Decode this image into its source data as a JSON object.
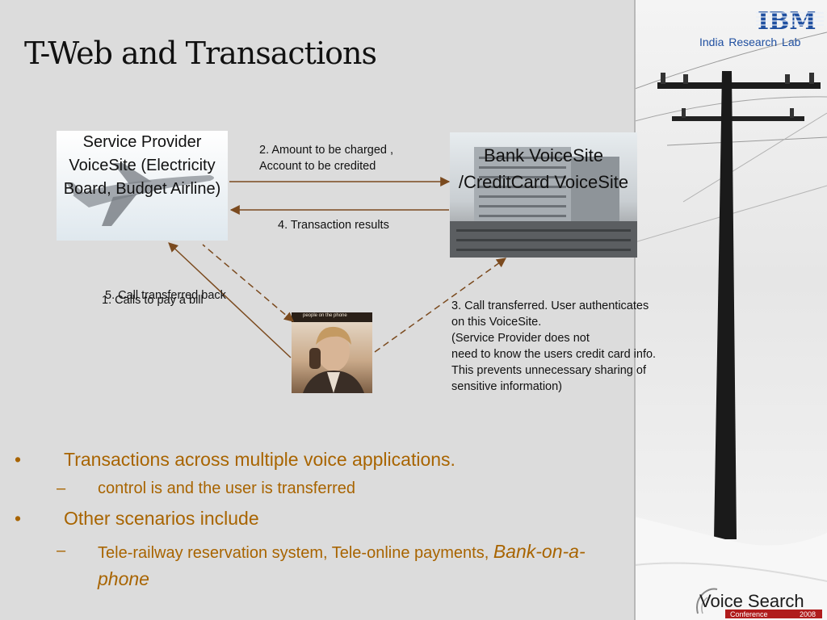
{
  "slide": {
    "title": "T-Web and Transactions",
    "logo_text": "IBM",
    "lab_name": "India  Research  Lab"
  },
  "diagram": {
    "service_provider_label": "Service Provider VoiceSite (Electricity Board, Budget Airline)",
    "bank_label": "Bank VoiceSite /CreditCard VoiceSite",
    "photo_caption": "people on the phone",
    "edge2_label": "2. Amount to be charged ,\nAccount to be credited",
    "edge4_label": "4. Transaction results",
    "edge5_label": "5. Call transferred back",
    "edge1_label": "1. Calls to pay a bill",
    "edge3_label": "3. Call transferred. User authenticates\non this VoiceSite.\n(Service Provider does not\nneed to know the users credit card info.\nThis prevents unnecessary sharing of\nsensitive information)",
    "arrow_color": "#7b4a1e"
  },
  "bullets": {
    "item1": "Transactions across multiple voice applications.",
    "item1_sub": "control is and the user is transferred",
    "item2": "Other scenarios include",
    "item2_sub_prefix": "Tele-railway reservation system, Tele-online payments, ",
    "item2_sub_emph": "Bank-on-a-phone",
    "bullet_marker": "•",
    "dash_marker": "–",
    "color": "#a86400"
  },
  "footer": {
    "logo_main": "Voice Search",
    "logo_sub": "Conference",
    "logo_year": "2008"
  }
}
